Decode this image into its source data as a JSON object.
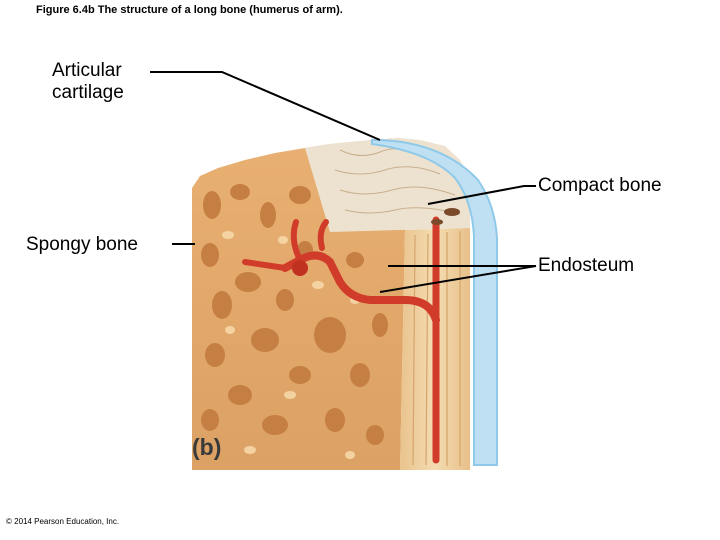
{
  "figure": {
    "title": "Figure 6.4b The structure of a long bone (humerus of arm).",
    "panel_letter": "(b)",
    "copyright": "© 2014 Pearson Education, Inc."
  },
  "labels": {
    "articular_cartilage": "Articular cartilage",
    "compact_bone": "Compact bone",
    "spongy_bone": "Spongy bone",
    "endosteum": "Endosteum"
  },
  "colors": {
    "spongy_bone": "#e2a86a",
    "compact_bone": "#f1d6a8",
    "cartilage": "#bfe0f2",
    "periosteum_blue": "#8ec9ea",
    "vessel": "#d13c2a",
    "bone_cavity": "#c67f42"
  }
}
